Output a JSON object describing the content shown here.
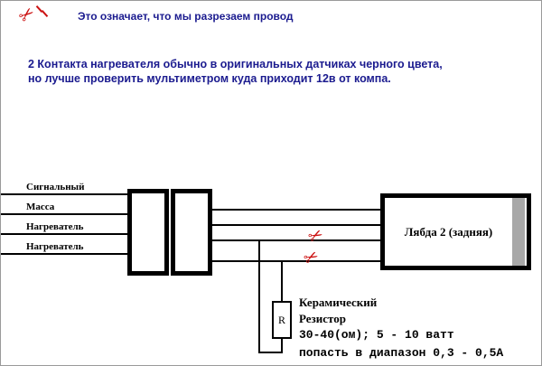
{
  "colors": {
    "heading_text": "#1b1b8f",
    "scissors_red": "#cc1111",
    "wire_black": "#000000",
    "lambda_stripe_gray": "#a8a8a8"
  },
  "icons": {
    "scissors": "✂"
  },
  "legend": {
    "text": "Это означает, что мы разрезаем провод"
  },
  "note": {
    "line1": "2 Контакта  нагревателя обычно в оригинальных датчиках черного цвета,",
    "line2": "но лучше проверить мультиметром куда приходит 12в от компа."
  },
  "diagram": {
    "wire_labels": [
      "Сигнальный",
      "Масса",
      "Нагреватель",
      "Нагреватель"
    ],
    "lambda_box_label": "Лябда 2 (задняя)",
    "resistor": {
      "symbol": "R",
      "caption_line1": "Керамический",
      "caption_line2": "Резистор",
      "spec_line1": "30-40(ом); 5 - 10 ватт",
      "spec_line2": "попасть в диапазон 0,3 - 0,5А"
    }
  }
}
